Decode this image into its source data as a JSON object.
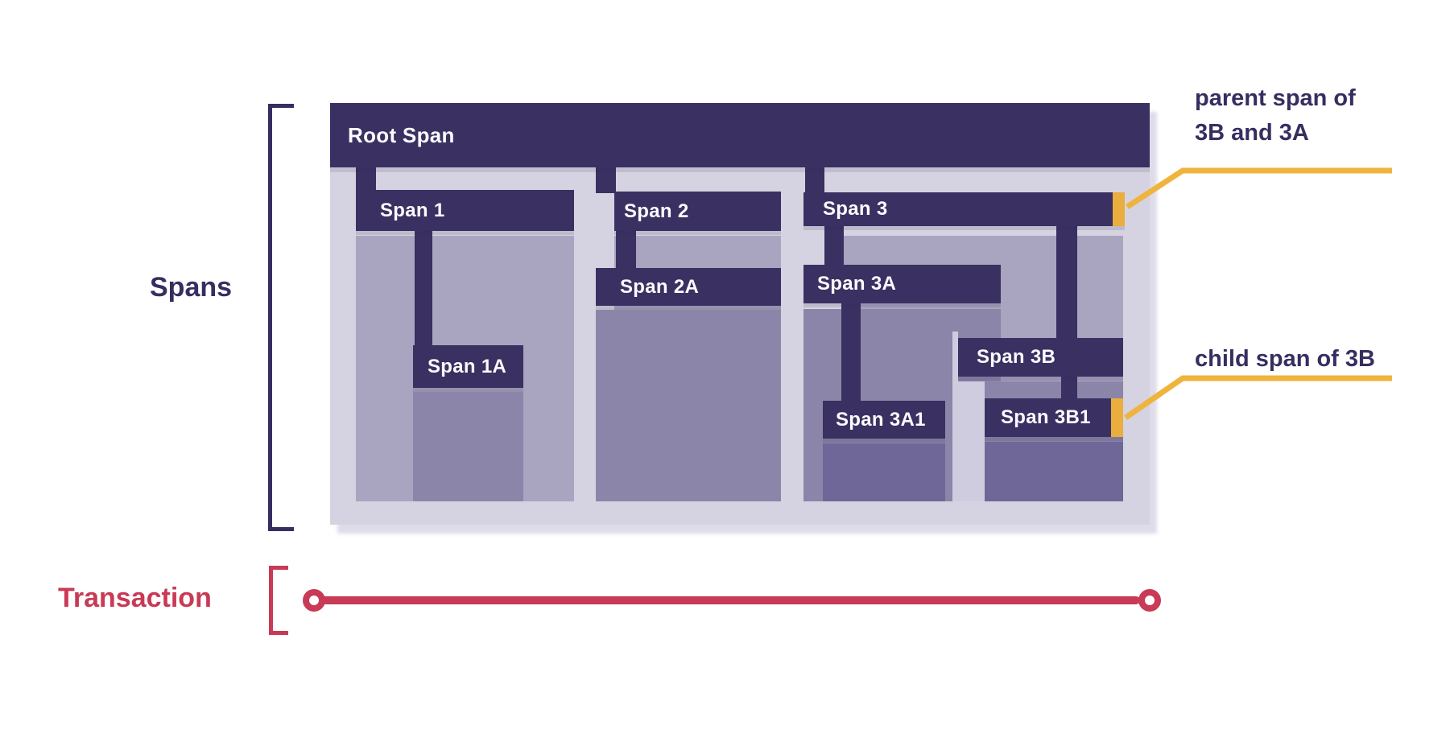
{
  "diagram": {
    "root_label": "Root Span",
    "bars": {
      "s1": {
        "label": "Span 1"
      },
      "s1a": {
        "label": "Span 1A"
      },
      "s2": {
        "label": "Span 2"
      },
      "s2a": {
        "label": "Span 2A"
      },
      "s3": {
        "label": "Span 3"
      },
      "s3a": {
        "label": "Span 3A"
      },
      "s3a1": {
        "label": "Span 3A1"
      },
      "s3b": {
        "label": "Span 3B"
      },
      "s3b1": {
        "label": "Span 3B1"
      }
    }
  },
  "side_labels": {
    "spans": "Spans",
    "transaction": "Transaction"
  },
  "annotations": {
    "parent_line1": "parent span of",
    "parent_line2": "3B and 3A",
    "child": "child span of 3B"
  },
  "colors": {
    "dark": "#3a3162",
    "container": "#d5d3e1",
    "ext1": "#a9a4bf",
    "ext2": "#8b85a9",
    "ext3": "#6e6798",
    "orange": "#e9ae3d",
    "yellow": "#eeb43d",
    "red": "#c83a55",
    "navy": "#362e60"
  }
}
